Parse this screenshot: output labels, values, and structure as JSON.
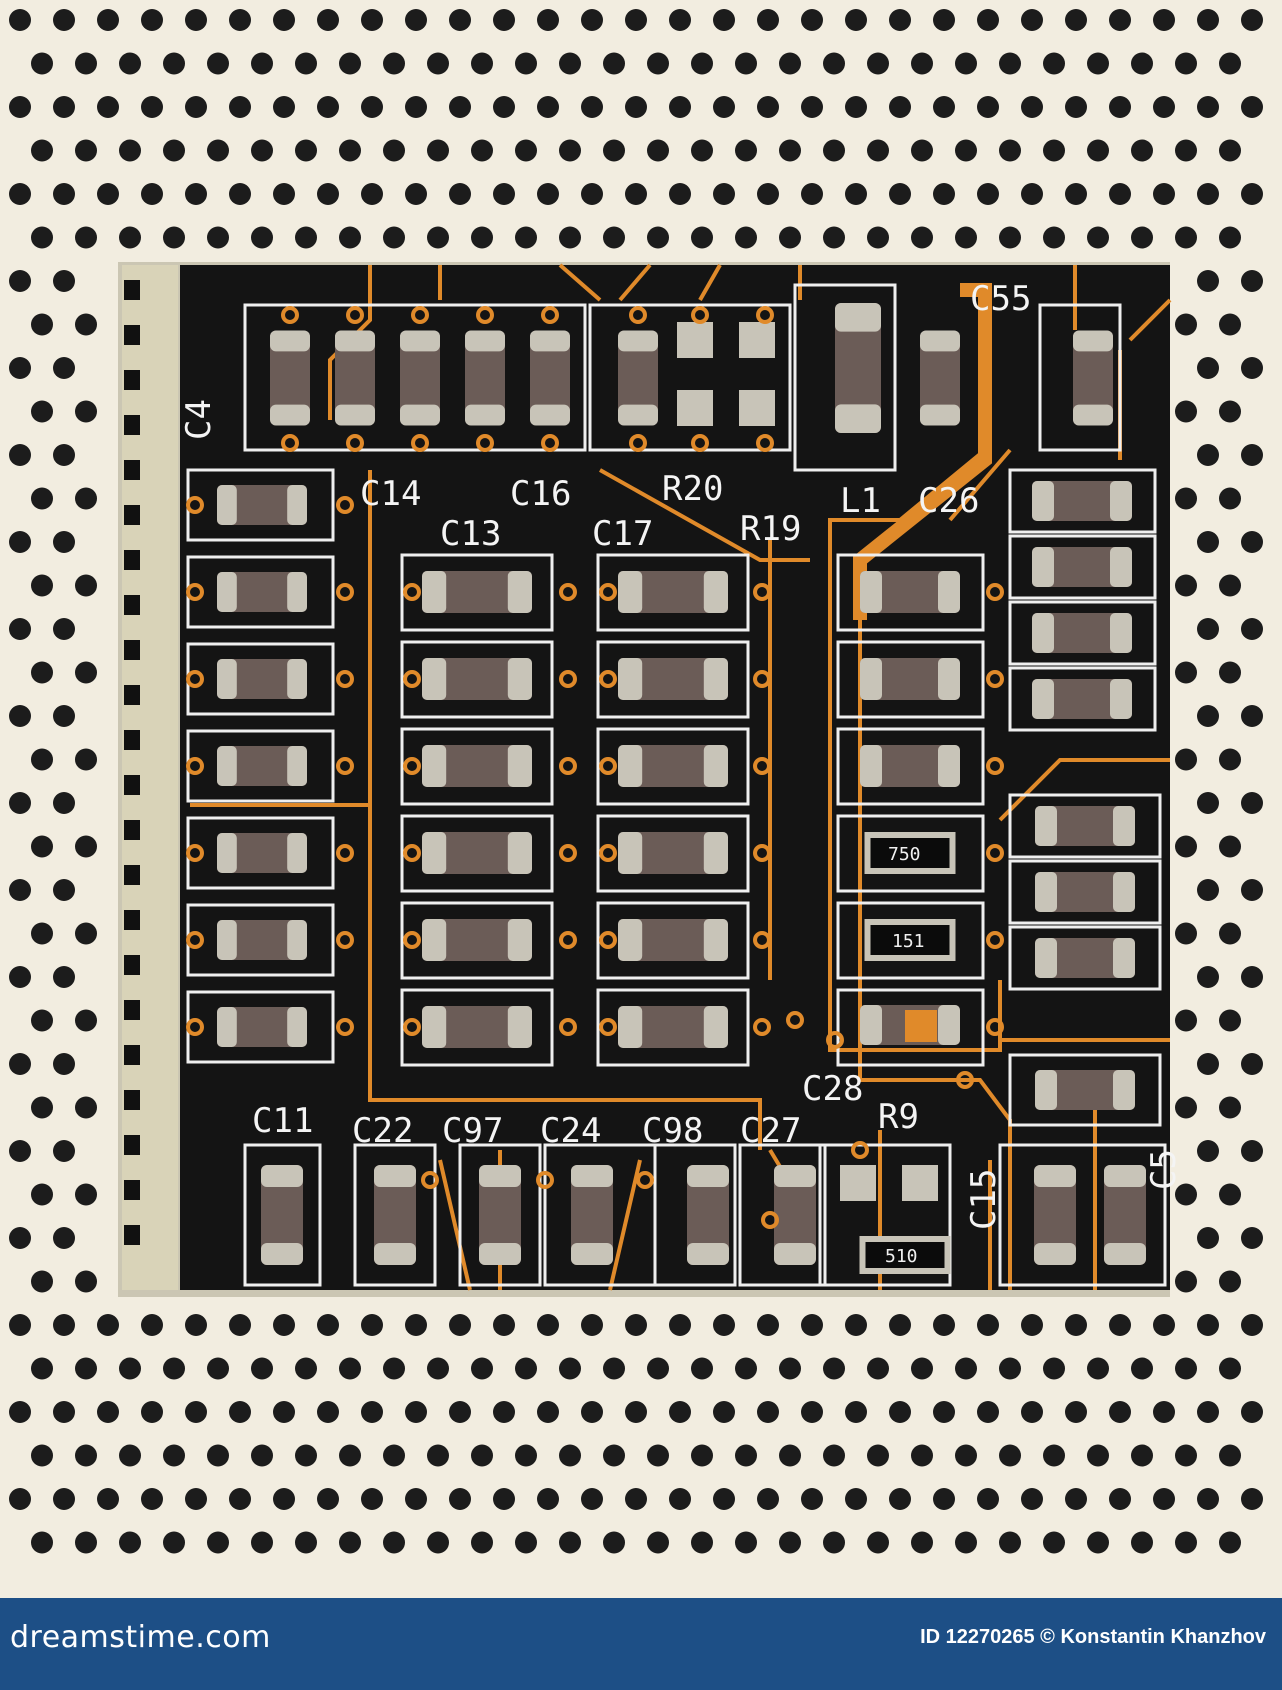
{
  "footer": {
    "site_logo_text": "dreamstime.com",
    "credit": "ID 12270265 © Konstantin Khanzhov"
  },
  "board": {
    "labels": [
      "C14",
      "C16",
      "R20",
      "C55",
      "C4",
      "C13",
      "C17",
      "R19",
      "L1",
      "C26",
      "C11",
      "C22",
      "C97",
      "C24",
      "C98",
      "C27",
      "C28",
      "R9",
      "C15",
      "C5"
    ],
    "resistor_codes": [
      "750",
      "151",
      "510"
    ]
  },
  "colors": {
    "socket": "#f2ede0",
    "hole": "#1c1c1c",
    "board": "#141414",
    "trace": "#e08a2a",
    "silkscreen": "#f0f0f0",
    "component_body": "#6b5c57",
    "component_cap": "#c8c4b8",
    "footer": "#1d4f86"
  }
}
